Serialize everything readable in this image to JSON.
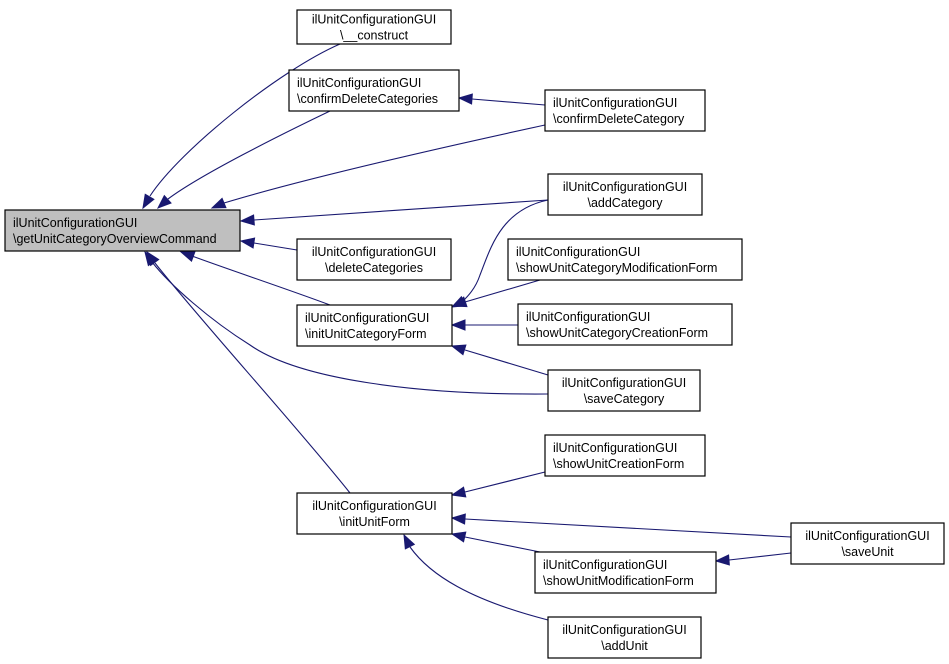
{
  "diagram": {
    "type": "call-graph",
    "colors": {
      "edge": "#191970",
      "root_fill": "#bfbfbf",
      "node_fill": "#ffffff",
      "border": "#000000"
    },
    "nodes": [
      {
        "id": "root",
        "class": "ilUnitConfigurationGUI",
        "method": "\\getUnitCategoryOverviewCommand",
        "root": true
      },
      {
        "id": "construct",
        "class": "ilUnitConfigurationGUI",
        "method": "\\__construct"
      },
      {
        "id": "confirmDeleteCategories",
        "class": "ilUnitConfigurationGUI",
        "method": "\\confirmDeleteCategories"
      },
      {
        "id": "confirmDeleteCategory",
        "class": "ilUnitConfigurationGUI",
        "method": "\\confirmDeleteCategory"
      },
      {
        "id": "addCategory",
        "class": "ilUnitConfigurationGUI",
        "method": "\\addCategory"
      },
      {
        "id": "deleteCategories",
        "class": "ilUnitConfigurationGUI",
        "method": "\\deleteCategories"
      },
      {
        "id": "showUnitCategoryModificationForm",
        "class": "ilUnitConfigurationGUI",
        "method": "\\showUnitCategoryModificationForm"
      },
      {
        "id": "initUnitCategoryForm",
        "class": "ilUnitConfigurationGUI",
        "method": "\\initUnitCategoryForm"
      },
      {
        "id": "showUnitCategoryCreationForm",
        "class": "ilUnitConfigurationGUI",
        "method": "\\showUnitCategoryCreationForm"
      },
      {
        "id": "saveCategory",
        "class": "ilUnitConfigurationGUI",
        "method": "\\saveCategory"
      },
      {
        "id": "showUnitCreationForm",
        "class": "ilUnitConfigurationGUI",
        "method": "\\showUnitCreationForm"
      },
      {
        "id": "initUnitForm",
        "class": "ilUnitConfigurationGUI",
        "method": "\\initUnitForm"
      },
      {
        "id": "saveUnit",
        "class": "ilUnitConfigurationGUI",
        "method": "\\saveUnit"
      },
      {
        "id": "showUnitModificationForm",
        "class": "ilUnitConfigurationGUI",
        "method": "\\showUnitModificationForm"
      },
      {
        "id": "addUnit",
        "class": "ilUnitConfigurationGUI",
        "method": "\\addUnit"
      }
    ],
    "edges": [
      {
        "from": "construct",
        "to": "root"
      },
      {
        "from": "confirmDeleteCategories",
        "to": "root"
      },
      {
        "from": "confirmDeleteCategory",
        "to": "root"
      },
      {
        "from": "confirmDeleteCategory",
        "to": "confirmDeleteCategories"
      },
      {
        "from": "addCategory",
        "to": "root"
      },
      {
        "from": "deleteCategories",
        "to": "root"
      },
      {
        "from": "initUnitCategoryForm",
        "to": "root"
      },
      {
        "from": "saveCategory",
        "to": "root"
      },
      {
        "from": "initUnitForm",
        "to": "root"
      },
      {
        "from": "addCategory",
        "to": "initUnitCategoryForm"
      },
      {
        "from": "showUnitCategoryModificationForm",
        "to": "initUnitCategoryForm"
      },
      {
        "from": "showUnitCategoryCreationForm",
        "to": "initUnitCategoryForm"
      },
      {
        "from": "saveCategory",
        "to": "initUnitCategoryForm"
      },
      {
        "from": "showUnitCreationForm",
        "to": "initUnitForm"
      },
      {
        "from": "saveUnit",
        "to": "initUnitForm"
      },
      {
        "from": "showUnitModificationForm",
        "to": "initUnitForm"
      },
      {
        "from": "addUnit",
        "to": "initUnitForm"
      },
      {
        "from": "saveUnit",
        "to": "showUnitModificationForm"
      }
    ]
  }
}
